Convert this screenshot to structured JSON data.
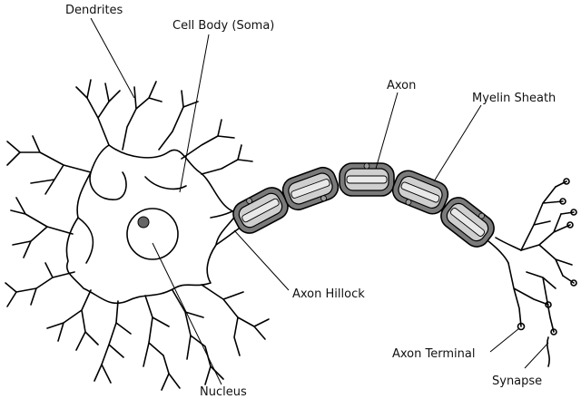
{
  "labels": {
    "dendrites": "Dendrites",
    "cell_body": "Cell Body (Soma)",
    "axon": "Axon",
    "myelin_sheath": "Myelin Sheath",
    "axon_hillock": "Axon Hillock",
    "nucleus": "Nucleus",
    "axon_terminal": "Axon Terminal",
    "synapse": "Synapse"
  },
  "colors": {
    "outline": "#000000",
    "myelin": "#7a7a7a",
    "myelin_inner": "#cfcfcf",
    "nucleolus": "#666666"
  }
}
